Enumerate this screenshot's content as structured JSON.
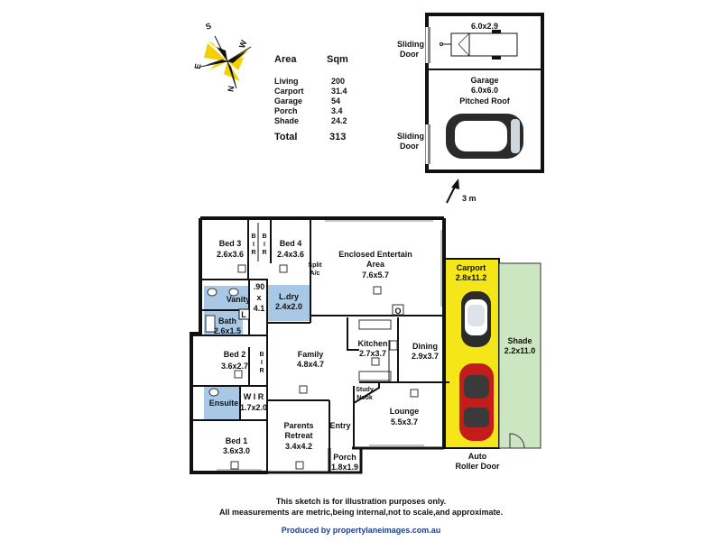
{
  "area_table": {
    "header_area": "Area",
    "header_sqm": "Sqm",
    "rows": [
      {
        "label": "Living",
        "value": "200"
      },
      {
        "label": "Carport",
        "value": "31.4"
      },
      {
        "label": "Garage",
        "value": "54"
      },
      {
        "label": "Porch",
        "value": "3.4"
      },
      {
        "label": "Shade",
        "value": "24.2"
      }
    ],
    "total_label": "Total",
    "total_value": "313"
  },
  "compass": {
    "n": "N",
    "s": "S",
    "e": "E",
    "w": "W"
  },
  "garage": {
    "trailer_dim": "6.0x2.9",
    "sliding_door_top": [
      "Sliding",
      "Door"
    ],
    "sliding_door_bottom": [
      "Sliding",
      "Door"
    ],
    "name": "Garage",
    "dim": "6.0x6.0",
    "roof": "Pitched Roof",
    "distance": "3 m"
  },
  "rooms": {
    "bed3": {
      "name": "Bed 3",
      "dim": "2.6x3.6"
    },
    "bed4": {
      "name": "Bed 4",
      "dim": "2.4x3.6"
    },
    "bir_a": [
      "B",
      "I",
      "R"
    ],
    "bir_b": [
      "B",
      "I",
      "R"
    ],
    "bir_c": [
      "B",
      "I",
      "R"
    ],
    "split_ac": [
      "Split",
      "A/c"
    ],
    "entertain": {
      "name1": "Enclosed Entertain",
      "name2": "Area",
      "dim": "7.6x5.7"
    },
    "carport": {
      "name": "Carport",
      "dim": "2.8x11.2"
    },
    "shade": {
      "name": "Shade",
      "dim": "2.2x11.0"
    },
    "vanity": "Vanity",
    "hall": [
      ".90",
      "x",
      "4.1"
    ],
    "laundry": {
      "name": "L.dry",
      "dim": "2.4x2.0"
    },
    "l_mark": "L",
    "o_mark": "O",
    "bath": {
      "name": "Bath",
      "dim": "2.6x1.5"
    },
    "bed2": {
      "name": "Bed 2",
      "dim": "3.6x2.7"
    },
    "family": {
      "name": "Family",
      "dim": "4.8x4.7"
    },
    "kitchen": {
      "name": "Kitchen",
      "dim": "2.7x3.7"
    },
    "dining": {
      "name": "Dining",
      "dim": "2.9x3.7"
    },
    "study": [
      "Study",
      "Nook"
    ],
    "lounge": {
      "name": "Lounge",
      "dim": "5.5x3.7"
    },
    "ensuite": "Ensuite",
    "wir": {
      "name": "W I R",
      "dim": "1.7x2.0"
    },
    "parents": {
      "name1": "Parents",
      "name2": "Retreat",
      "dim": "3.4x4.2"
    },
    "entry": "Entry",
    "bed1": {
      "name": "Bed 1",
      "dim": "3.6x3.0"
    },
    "porch": {
      "name": "Porch",
      "dim": "1.8x1.9"
    },
    "auto_door": [
      "Auto",
      "Roller Door"
    ]
  },
  "footer": {
    "line1": "This sketch is for illustration purposes only.",
    "line2": "All measurements are metric,being internal,not to scale,and approximate.",
    "credit": "Produced by propertylaneimages.com.au"
  },
  "colors": {
    "wall": "#111111",
    "carport": "#f5e61a",
    "shade": "#cde6c2",
    "wet_area": "#a8c8e6"
  }
}
